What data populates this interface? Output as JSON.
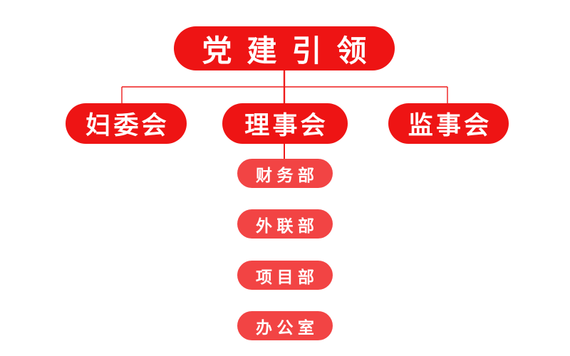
{
  "colors": {
    "background": "#ffffff",
    "primary_red": "#ee1414",
    "secondary_red": "#f24444",
    "connector_red": "#ee1b1b",
    "text_white": "#ffffff"
  },
  "org_chart": {
    "root": {
      "label": "党建引领"
    },
    "level2": [
      {
        "label": "妇委会"
      },
      {
        "label": "理事会"
      },
      {
        "label": "监事会"
      }
    ],
    "departments": [
      {
        "label": "财务部"
      },
      {
        "label": "外联部"
      },
      {
        "label": "项目部"
      },
      {
        "label": "办公室"
      }
    ]
  }
}
